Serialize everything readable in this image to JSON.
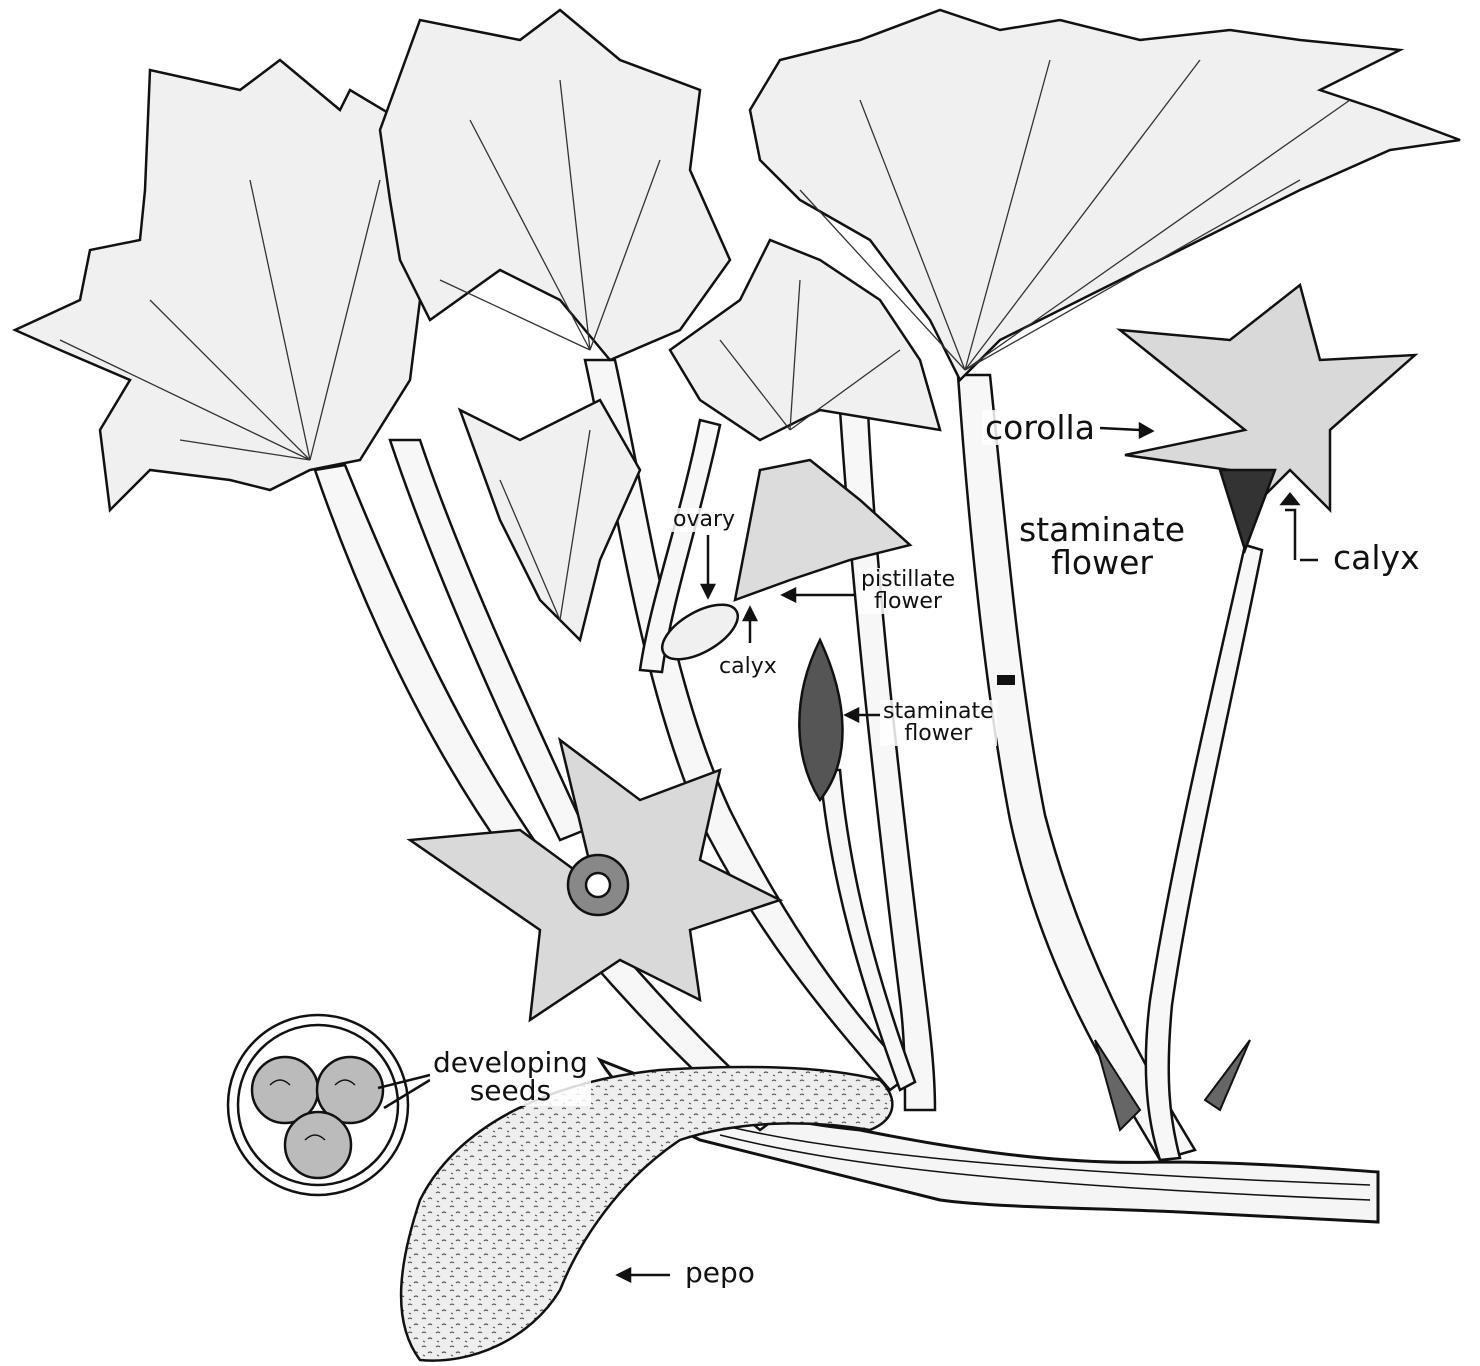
{
  "colors": {
    "ink": "#111111",
    "paper": "#ffffff",
    "leaf": "#f2f2f2",
    "flower": "#d9d9d9",
    "fruit": "#e6e6e6"
  },
  "labels": {
    "corolla": "corolla",
    "staminate_flower_large": "staminate\nflower",
    "calyx_right": "calyx",
    "ovary": "ovary",
    "pistillate_flower": "pistillate\nflower",
    "calyx_small": "calyx",
    "staminate_flower_small": "staminate\nflower",
    "developing_seeds": "developing\nseeds",
    "pepo": "pepo"
  }
}
